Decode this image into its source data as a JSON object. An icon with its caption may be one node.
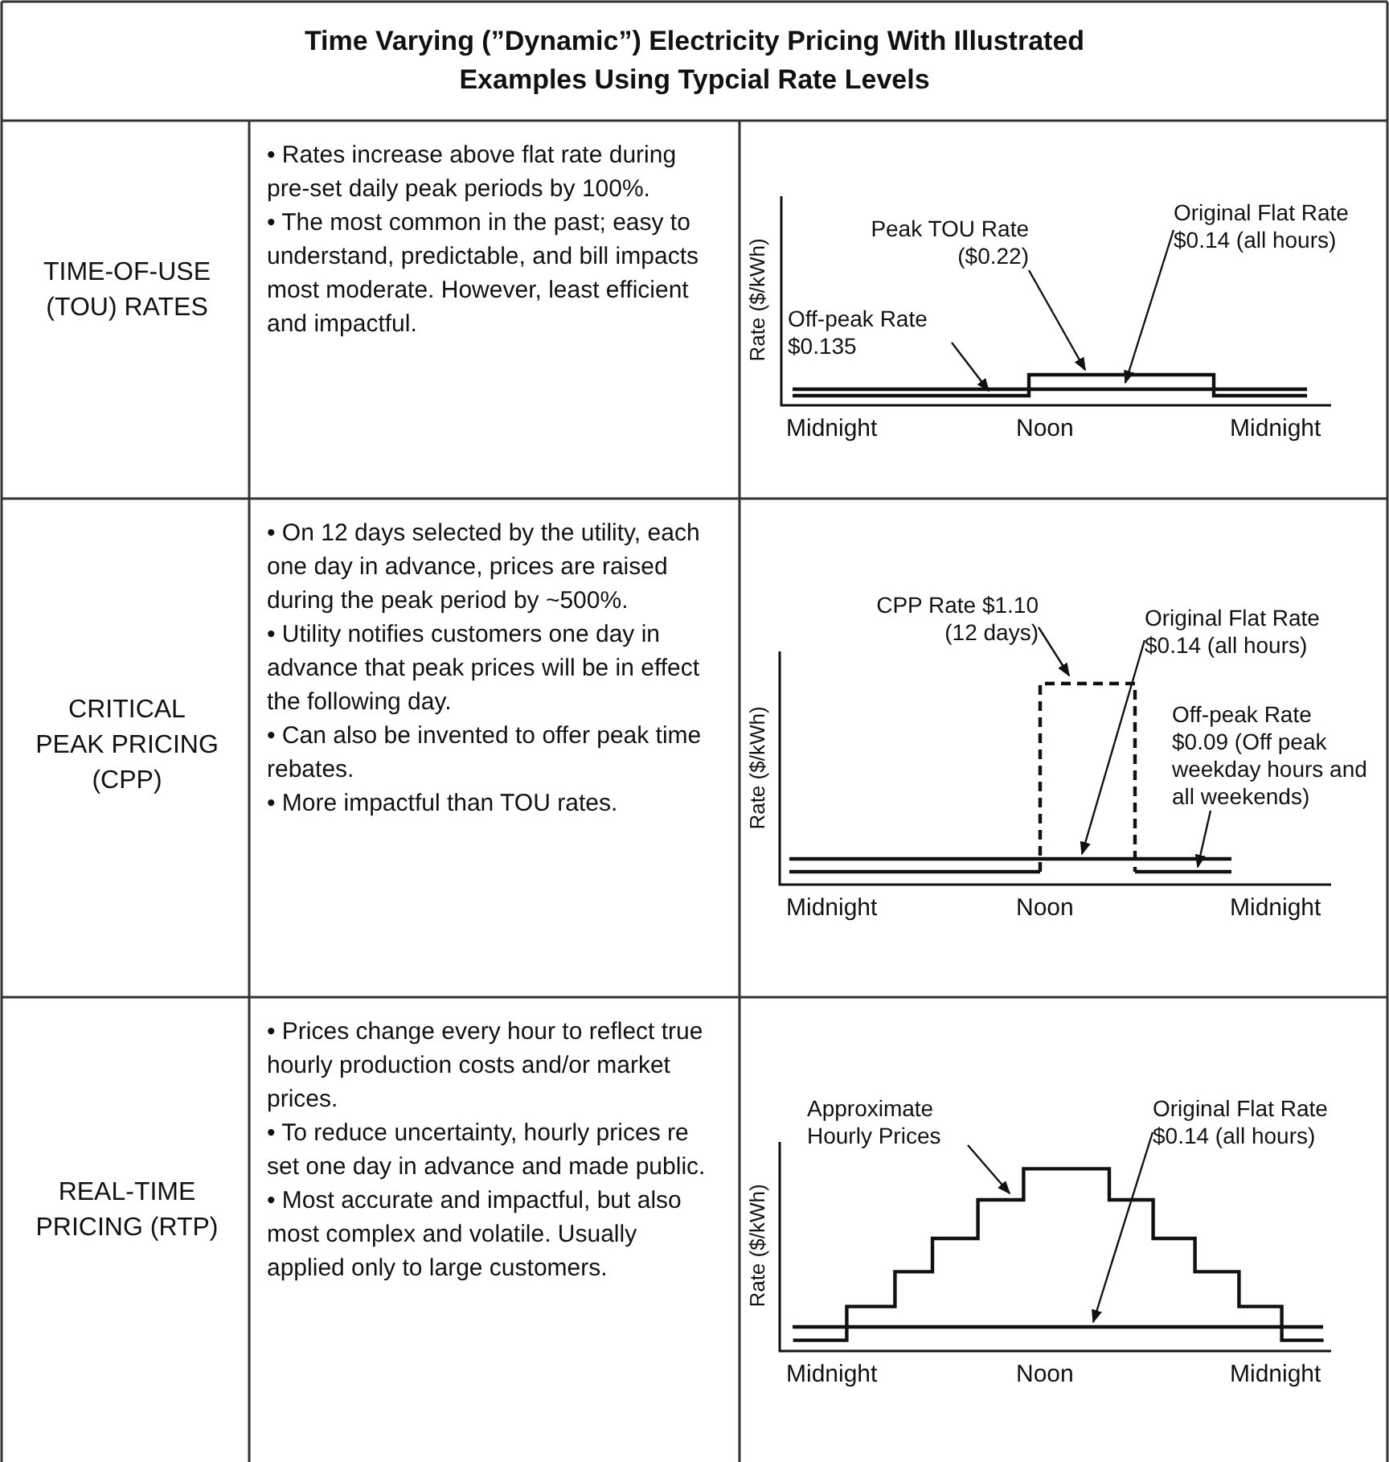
{
  "diagram": {
    "title": "Time Varying (”Dynamic”) Electricity Pricing With Illustrated Examples Using Typcial Rate Levels",
    "nodes": [
      {
        "text": [
          "Peak TOU Rate ($0.22)"
        ]
      },
      {
        "text": [
          "Original Flat Rate $0.14 (all hours)"
        ]
      },
      {
        "text": [
          "Off-peak Rate $0.135"
        ]
      },
      {
        "text": [
          "CPP Rate $1.10 (12 days)"
        ]
      },
      {
        "text": [
          "Original Flat Rate $0.14 (all hours)"
        ]
      },
      {
        "text": [
          "Off-peak Rate $0.09 (Off peak weekday hours and all weekends)"
        ]
      },
      {
        "text": [
          "Approximate Hourly Prices"
        ]
      },
      {
        "text": [
          "Original Flat Rate $0.14 (all hours)"
        ]
      }
    ],
    "edges": [
      {
        "from": 0,
        "to": null,
        "arrow": "to"
      },
      {
        "from": 1,
        "to": null,
        "arrow": "to"
      },
      {
        "from": 2,
        "to": null,
        "arrow": "to"
      },
      {
        "from": 3,
        "to": null,
        "arrow": "to"
      },
      {
        "from": 4,
        "to": null,
        "arrow": "to"
      },
      {
        "from": 5,
        "to": null,
        "arrow": "to"
      },
      {
        "from": 6,
        "to": null,
        "arrow": "to"
      },
      {
        "from": 7,
        "to": null,
        "arrow": "to"
      }
    ],
    "labels": [
      "TIME-OF-USE (TOU) RATES",
      "• Rates increase above flat rate during pre-set daily peak periods by 100%.",
      "• The most common in the past; easy to understand, predictable, and bill impacts most moderate. However, least efficient and impactful.",
      "Rate ($/kWh)",
      "Midnight",
      "Noon",
      "Midnight",
      "CRITICAL PEAK PRICING (CPP)",
      "• On 12 days selected by the utility, each one day in advance, prices are raised during the peak period by ~500%.",
      "• Utility notifies customers one day in advance that peak prices will be in effect the following day.",
      "• Can also be invented to offer peak time rebates.",
      "• More impactful than TOU rates.",
      "Rate ($/kWh)",
      "Midnight",
      "Noon",
      "Midnight",
      "REAL-TIME PRICING (RTP)",
      "• Prices change every hour to reflect true hourly production costs and/or market prices.",
      "• To reduce uncertainty, hourly prices re set one day in advance and made public.",
      "• Most accurate and impactful, but also most complex and volatile. Usually applied only to large customers.",
      "Rate ($/kWh)",
      "Midnight",
      "Noon",
      "Midnight"
    ]
  }
}
